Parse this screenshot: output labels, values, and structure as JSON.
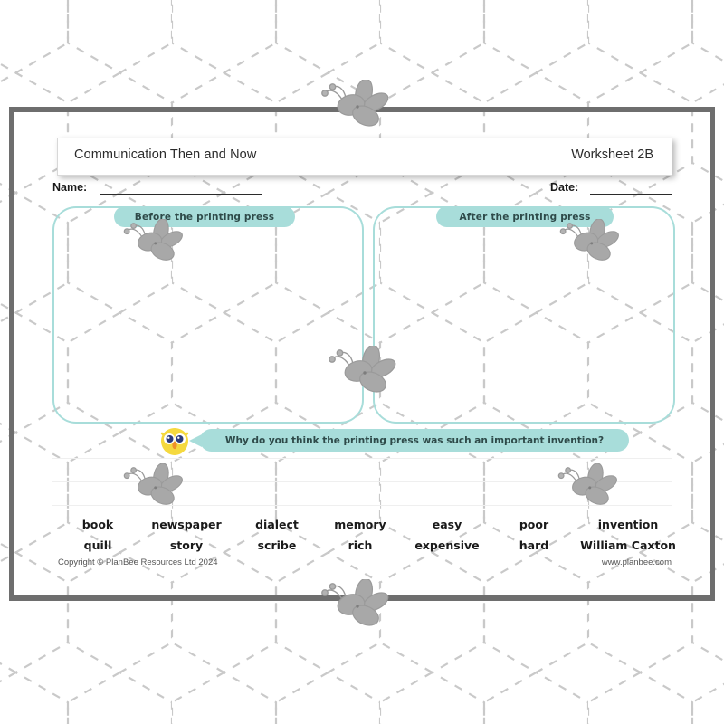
{
  "document": {
    "title": "Communication Then and Now",
    "worksheet_number": "Worksheet 2B",
    "name_label": "Name:",
    "date_label": "Date: ___________"
  },
  "columns": {
    "before_label": "Before the printing press",
    "after_label": "After the printing press"
  },
  "question": {
    "text": "Why do you think the printing press was such an important invention?",
    "icon": "owl-icon"
  },
  "word_bank": {
    "row1": [
      "book",
      "newspaper",
      "dialect",
      "memory",
      "easy",
      "poor",
      "invention"
    ],
    "row2": [
      "quill",
      "story",
      "scribe",
      "rich",
      "expensive",
      "hard",
      "William Caxton"
    ]
  },
  "footer": {
    "copyright": "Copyright © PlanBee Resources Ltd 2024",
    "website": "www.planbee.com"
  },
  "theme": {
    "teal": "#a8ddda",
    "teal_text": "#2e4a49",
    "page_border": "#6e6e6e",
    "hex_line": "#c9c9c9",
    "bee_body": "#a8a8a8",
    "owl_yellow": "#f5d93f",
    "owl_eye": "#2b3a7a",
    "owl_beak": "#f0902a",
    "ink": "#1a1a1a"
  },
  "icons": {
    "bee": "bee-icon",
    "owl": "owl-icon"
  }
}
